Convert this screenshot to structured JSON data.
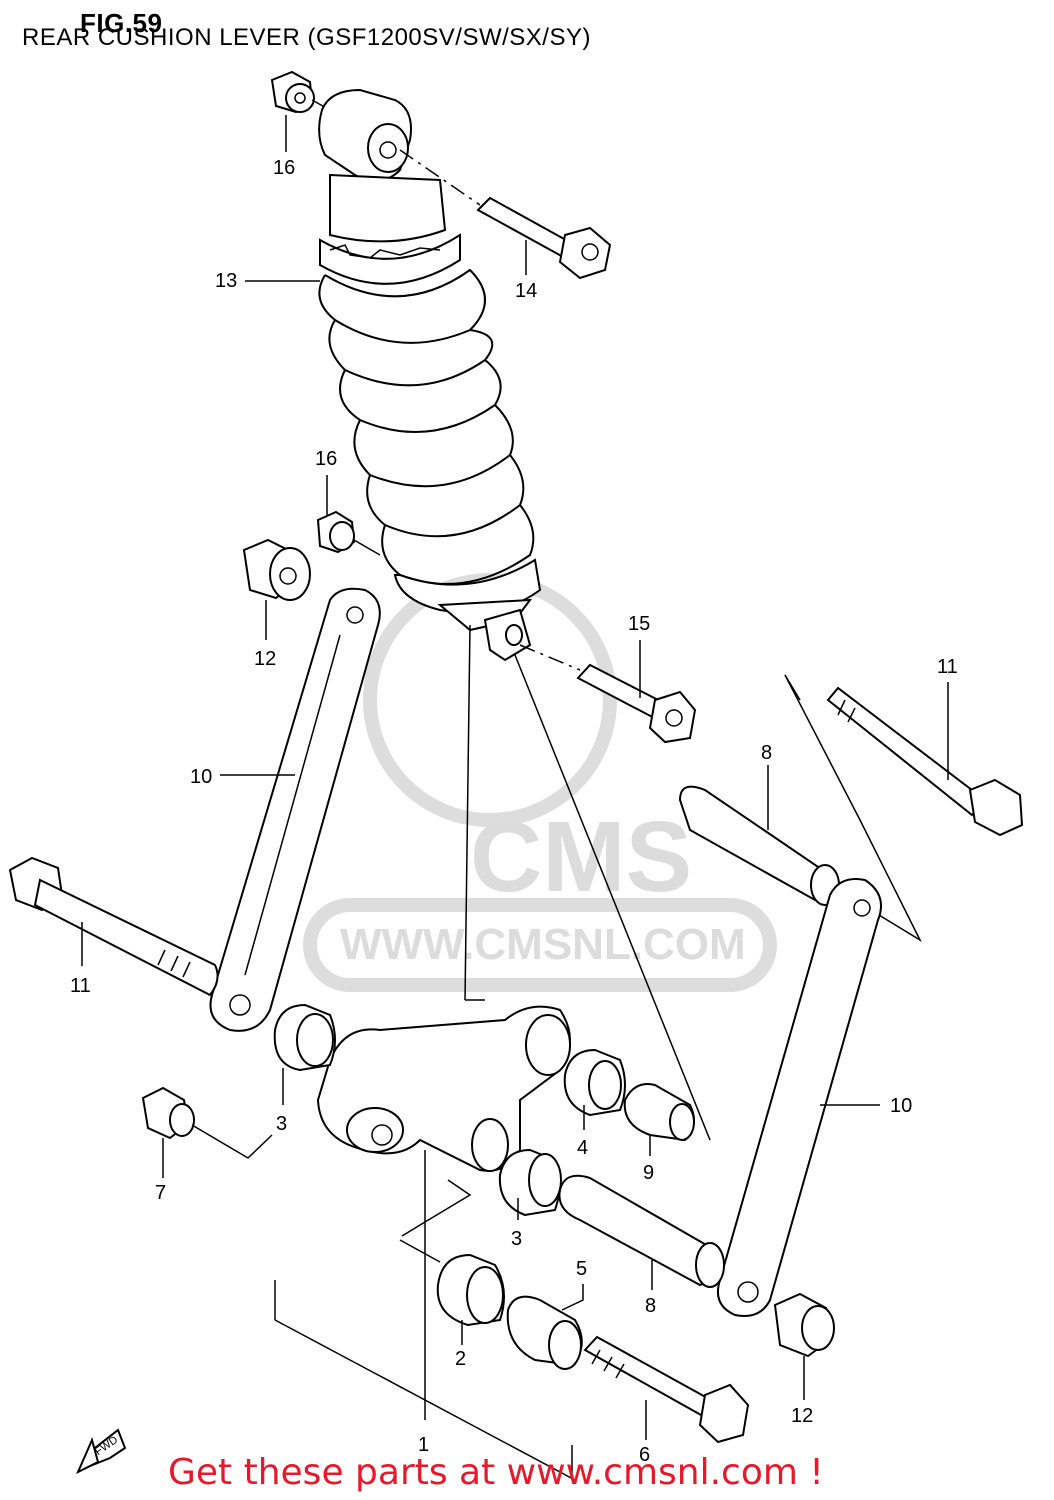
{
  "header": {
    "fig_label": "FIG.59",
    "title": "REAR CUSHION LEVER (GSF1200SV/SW/SX/SY)"
  },
  "watermark": {
    "logo": "CMS",
    "url": "WWW.CMSNL.COM"
  },
  "fwd_label": "FWD",
  "callouts": [
    {
      "id": "c16a",
      "text": "16"
    },
    {
      "id": "c14",
      "text": "14"
    },
    {
      "id": "c13",
      "text": "13"
    },
    {
      "id": "c16b",
      "text": "16"
    },
    {
      "id": "c12a",
      "text": "12"
    },
    {
      "id": "c15",
      "text": "15"
    },
    {
      "id": "c11a",
      "text": "11"
    },
    {
      "id": "c10a",
      "text": "10"
    },
    {
      "id": "c8a",
      "text": "8"
    },
    {
      "id": "c11b",
      "text": "11"
    },
    {
      "id": "c3a",
      "text": "3"
    },
    {
      "id": "c4",
      "text": "4"
    },
    {
      "id": "c10b",
      "text": "10"
    },
    {
      "id": "c7",
      "text": "7"
    },
    {
      "id": "c9",
      "text": "9"
    },
    {
      "id": "c3b",
      "text": "3"
    },
    {
      "id": "c5",
      "text": "5"
    },
    {
      "id": "c8b",
      "text": "8"
    },
    {
      "id": "c2",
      "text": "2"
    },
    {
      "id": "c12b",
      "text": "12"
    },
    {
      "id": "c1",
      "text": "1"
    },
    {
      "id": "c6",
      "text": "6"
    }
  ],
  "footer": {
    "text": "Get these parts at www.cmsnl.com !",
    "color": "#e8182a"
  }
}
